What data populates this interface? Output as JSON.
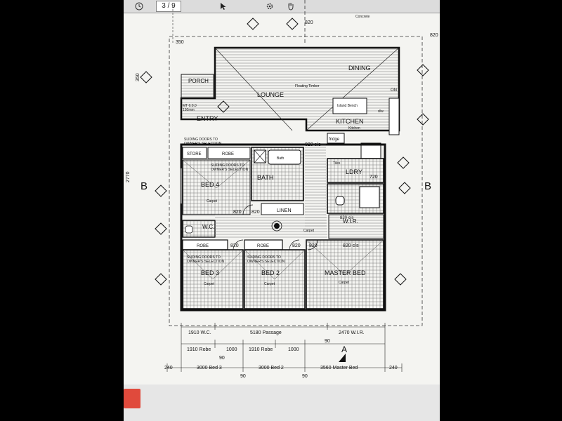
{
  "viewer": {
    "page_current": "3",
    "page_sep": "/",
    "page_total": "9",
    "icons": [
      "clock-icon",
      "cursor-icon",
      "gear-icon",
      "hand-icon"
    ]
  },
  "plan": {
    "rooms": {
      "dining": "DINING",
      "lounge": "LOUNGE",
      "porch": "PORCH",
      "entry": "ENTRY",
      "kitchen": "KITCHEN",
      "bed4": "BED 4",
      "bath": "BATH",
      "ldry": "LDRY",
      "linen": "LINEN",
      "wc": "W.C.",
      "wir": "W.I.R.",
      "bed3": "BED 3",
      "bed2": "BED 2",
      "master_bed": "MASTER BED",
      "store": "STORE",
      "robe_bed4": "ROBE",
      "robe_bed3": "ROBE",
      "robe_bed2": "ROBE",
      "fridge": "fridge"
    },
    "notes": {
      "concrete": "Concrete",
      "floating_timber": "Floating Timber",
      "sliding_a_1": "SLIDING DOORS TO",
      "sliding_a_2": "OWNER'S SELECTION",
      "sliding_b_1": "SLIDING DOORS TO",
      "sliding_b_2": "OWNER'S SELECTION",
      "sliding_c_1": "SLIDING DOORS TO",
      "sliding_c_2": "OWNER'S SELECTION",
      "sliding_d_1": "SLIDING DOORS TO",
      "sliding_d_2": "OWNER'S SELECTION",
      "carpet_bed4": "Carpet",
      "carpet_passage": "Carpet",
      "carpet_bed3": "Carpet",
      "carpet_bed2": "Carpet",
      "carpet_master": "Carpet",
      "island_bench": "Island Bench",
      "on_label": "ON",
      "tiles": "Tiles",
      "bath_label": "Bath",
      "mgs_text": "MT 6:0.0",
      "mm_text": "150mm",
      "kitchen_note": "Kitchen",
      "dw": "d/w"
    },
    "doors": {
      "d820_top": "820",
      "d820_kitchen": "820 c/s",
      "d820_bed4a": "820",
      "d820_bed4b": "820",
      "d820_bed3": "820",
      "d820_bed2": "820",
      "d820_master": "820",
      "d820_wir": "820 c/s",
      "d820_wc": "820 c/s",
      "d720": "720",
      "d820_tr": "820",
      "d350_a": "350",
      "d350_b": "350"
    },
    "dims": {
      "row1_a": "1910  W.C.",
      "row1_b": "5180  Passage",
      "row1_c": "2470  W.I.R.",
      "row1_90a": "90",
      "row2_a": "1910  Robe",
      "row2_b": "1000",
      "row2_c": "1910  Robe",
      "row2_d": "1000",
      "row2_90": "90",
      "row3_240a": "240",
      "row3_a": "3000  Bed 3",
      "row3_b": "3000  Bed 2",
      "row3_c": "3560  Master Bed",
      "row3_240b": "240",
      "row3_90a": "90",
      "row3_90b": "90",
      "left_dim": "2770"
    },
    "sections": {
      "b_left": "B",
      "b_right": "B",
      "a_bottom": "A"
    }
  }
}
